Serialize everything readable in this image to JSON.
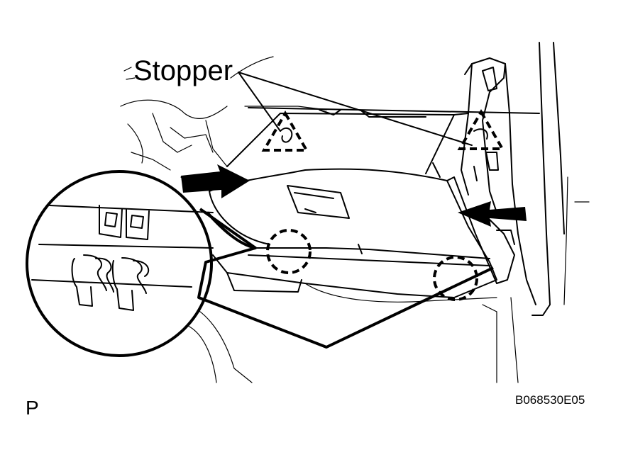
{
  "labels": {
    "stopper": "Stopper",
    "p_mark": "P",
    "figure_code": "B068530E05"
  },
  "colors": {
    "line": "#000000",
    "background": "#ffffff"
  }
}
